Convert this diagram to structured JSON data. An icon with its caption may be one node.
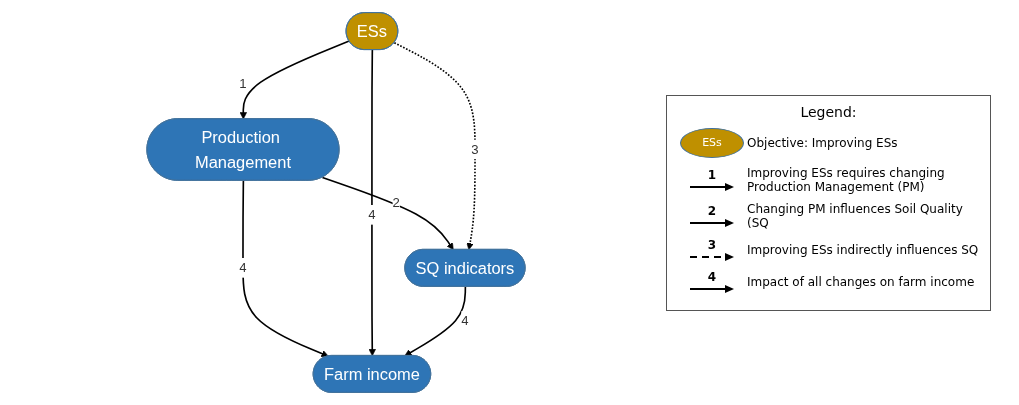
{
  "diagram": {
    "nodes": [
      {
        "text": [
          "Production Management"
        ]
      },
      {
        "text": [
          "ESs"
        ]
      },
      {
        "text": [
          "SQ indicators"
        ]
      },
      {
        "text": [
          "Farm income"
        ]
      }
    ],
    "edges": [
      {
        "from": 1,
        "to": 0,
        "arrow": "to",
        "label": "1"
      },
      {
        "from": 0,
        "to": 2,
        "arrow": "to",
        "label": "2"
      },
      {
        "from": 1,
        "to": 2,
        "arrow": "to",
        "label": "3",
        "style": "dashed"
      },
      {
        "from": 0,
        "to": 3,
        "arrow": "to",
        "label": "4"
      },
      {
        "from": 1,
        "to": 3,
        "arrow": "to",
        "label": "4"
      },
      {
        "from": 2,
        "to": 3,
        "arrow": "to",
        "label": "4"
      }
    ],
    "labels": [
      "Legend:",
      "ESs",
      "1",
      "2",
      "3",
      "4"
    ],
    "legend": [
      {
        "text": "Objective: Improving ESs",
        "color": "#bf9000"
      },
      {
        "text": "Improving ESs requires changing Production Management (PM)"
      },
      {
        "text": "Changing PM influences Soil Quality (SQ"
      },
      {
        "text": "Improving ESs indirectly influences SQ"
      },
      {
        "text": "Impact of all changes on farm income"
      }
    ]
  }
}
